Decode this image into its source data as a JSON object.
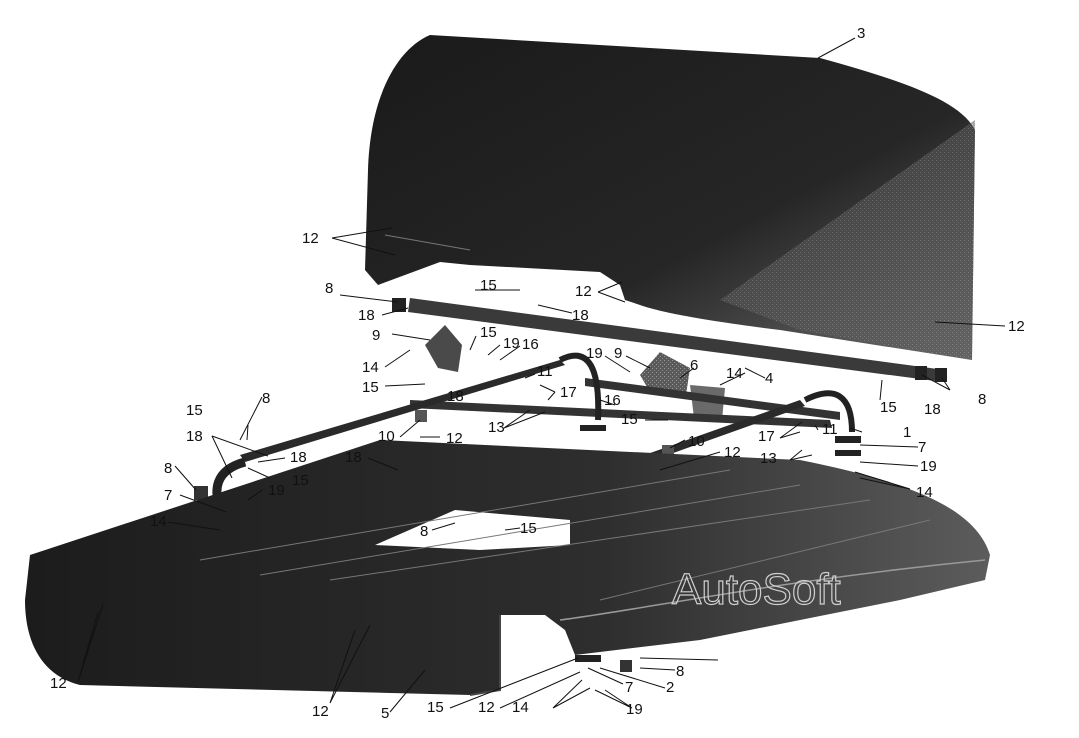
{
  "diagram": {
    "watermark": "AutoSoft",
    "labels": {
      "l3": "3",
      "l12_a": "12",
      "l12_b": "12",
      "l12_c": "12",
      "l12_d": "12",
      "l12_e": "12",
      "l12_f": "12",
      "l12_g": "12",
      "l12_h": "12",
      "l8_a": "8",
      "l8_b": "8",
      "l8_c": "8",
      "l8_d": "8",
      "l8_e": "8",
      "l8_f": "8",
      "l15_a": "15",
      "l15_b": "15",
      "l15_c": "15",
      "l15_d": "15",
      "l15_e": "15",
      "l15_f": "15",
      "l15_g": "15",
      "l15_h": "15",
      "l15_i": "15",
      "l18_a": "18",
      "l18_b": "18",
      "l18_c": "18",
      "l18_d": "18",
      "l18_e": "18",
      "l18_f": "18",
      "l18_g": "18",
      "l9_a": "9",
      "l9_b": "9",
      "l19_a": "19",
      "l19_b": "19",
      "l19_c": "19",
      "l19_d": "19",
      "l19_e": "19",
      "l16_a": "16",
      "l16_b": "16",
      "l6": "6",
      "l4": "4",
      "l14_a": "14",
      "l14_b": "14",
      "l14_c": "14",
      "l14_d": "14",
      "l14_e": "14",
      "l11_a": "11",
      "l11_b": "11",
      "l17_a": "17",
      "l17_b": "17",
      "l13_a": "13",
      "l13_b": "13",
      "l10_a": "10",
      "l10_b": "10",
      "l1": "1",
      "l7_a": "7",
      "l7_b": "7",
      "l7_c": "7",
      "l2": "2",
      "l5": "5"
    }
  }
}
